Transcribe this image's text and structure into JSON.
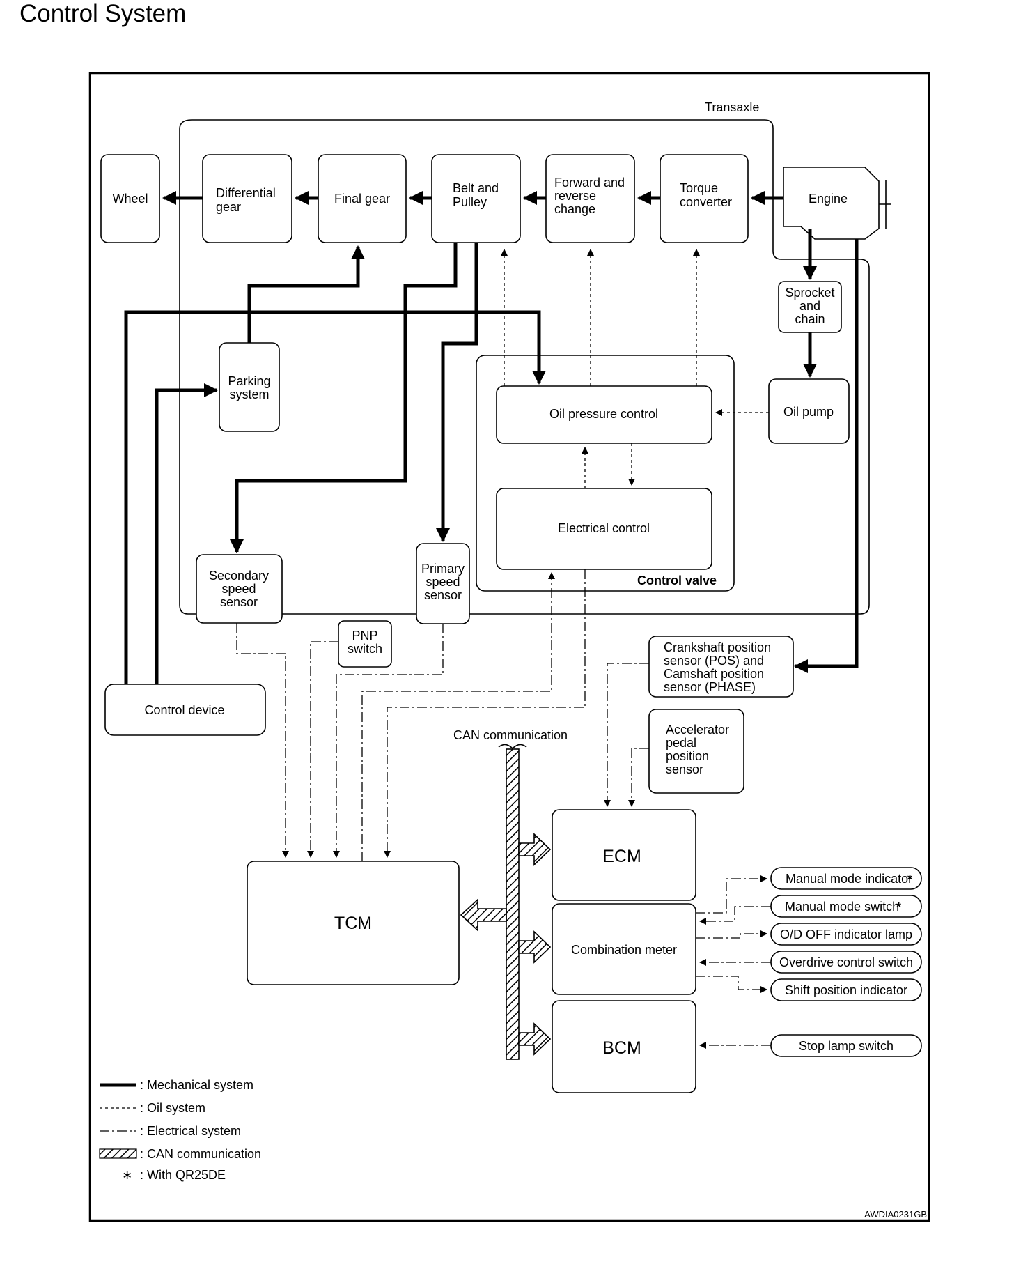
{
  "page": {
    "title": "Control System"
  },
  "diagram": {
    "transaxle": "Transaxle",
    "wheel": "Wheel",
    "differential": [
      "Differential",
      "gear"
    ],
    "final_gear": "Final gear",
    "belt_pulley": [
      "Belt and",
      "Pulley"
    ],
    "forward_reverse": [
      "Forward and",
      "reverse",
      "change"
    ],
    "torque_converter": [
      "Torque",
      "converter"
    ],
    "engine": "Engine",
    "sprocket": [
      "Sprocket",
      "and",
      "chain"
    ],
    "oil_pump": "Oil pump",
    "parking": [
      "Parking",
      "system"
    ],
    "oil_pressure_control": "Oil pressure control",
    "electrical_control": "Electrical control",
    "control_valve": "Control valve",
    "secondary_sensor": [
      "Secondary",
      "speed",
      "sensor"
    ],
    "primary_sensor": [
      "Primary",
      "speed",
      "sensor"
    ],
    "pnp_switch": [
      "PNP",
      "switch"
    ],
    "control_device": "Control device",
    "crankshaft": [
      "Crankshaft position",
      "sensor (POS) and",
      "Camshaft position",
      "sensor (PHASE)"
    ],
    "accelerator": [
      "Accelerator",
      "pedal",
      "position",
      "sensor"
    ],
    "can_label": "CAN communication",
    "ecm": "ECM",
    "tcm": "TCM",
    "combination_meter": "Combination meter",
    "bcm": "BCM",
    "manual_mode_indicator": "Manual mode indicator",
    "manual_mode_switch": "Manual mode switch",
    "od_off_lamp": "O/D OFF indicator lamp",
    "overdrive_switch": "Overdrive control switch",
    "shift_indicator": "Shift position indicator",
    "stop_lamp": "Stop lamp switch",
    "asterisk": "*",
    "code": "AWDIA0231GB"
  },
  "legend": {
    "mechanical": ": Mechanical system",
    "oil": ": Oil system",
    "electrical": ": Electrical system",
    "can": ": CAN communication",
    "with_qr": ": With QR25DE",
    "star": "∗"
  }
}
